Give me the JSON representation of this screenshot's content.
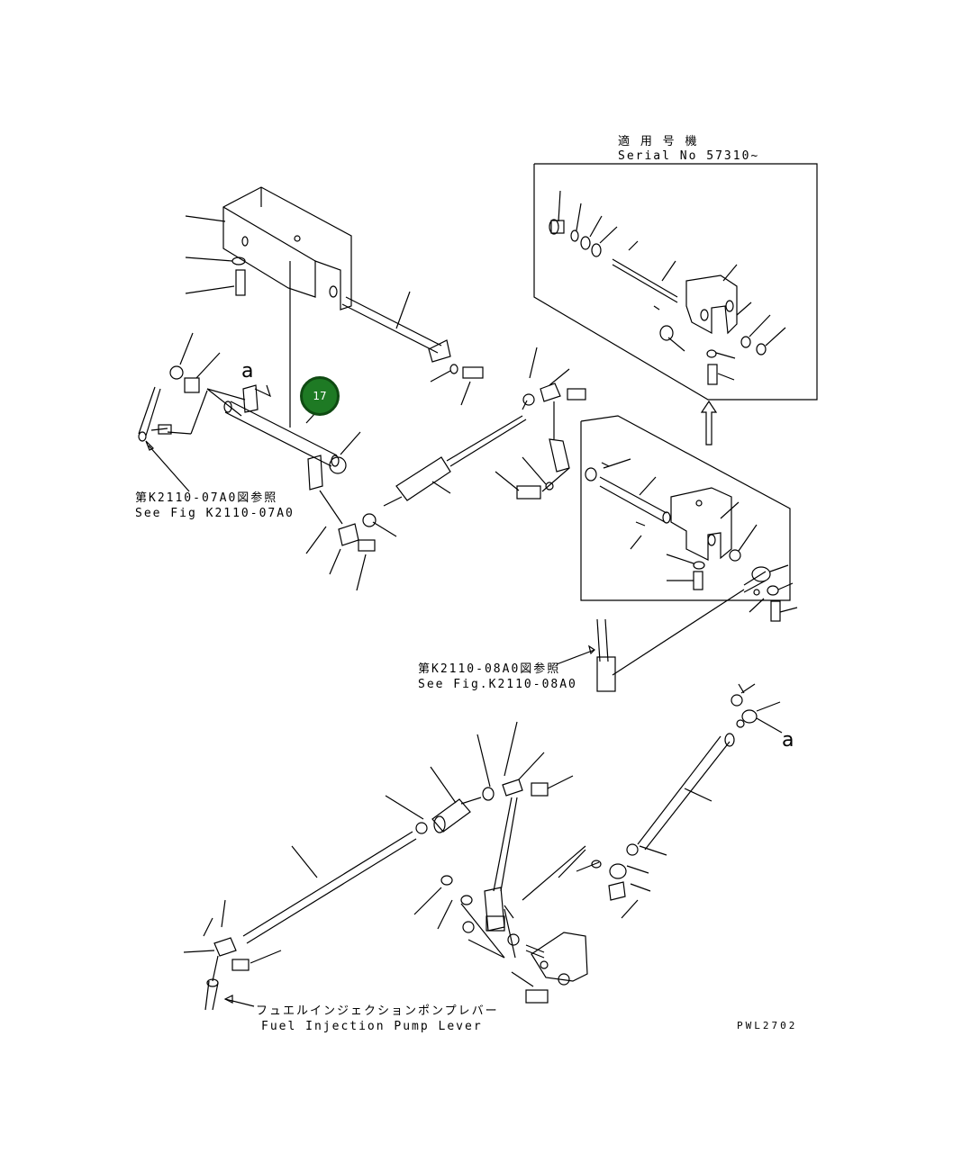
{
  "applicability": {
    "label_jp": "適 用 号 機",
    "label_en": "Serial No 57310~"
  },
  "references": {
    "ref1_jp": "第K2110-07A0図参照",
    "ref1_en": "See Fig K2110-07A0",
    "ref2_jp": "第K2110-08A0図参照",
    "ref2_en": "See Fig.K2110-08A0"
  },
  "pump_lever": {
    "label_jp": "フュエルインジェクションポンプレバー",
    "label_en": "Fuel Injection Pump Lever"
  },
  "letter_a": "a",
  "drawing_code": "PWL2702",
  "callout": {
    "number": "17",
    "color": "#1e7a24"
  }
}
